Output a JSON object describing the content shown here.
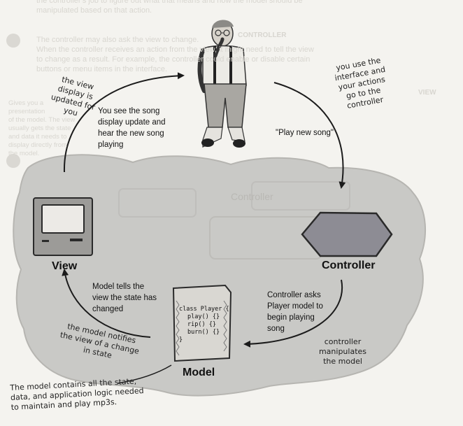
{
  "background_text": {
    "top_lines": [
      "the controller's job to figure out what that means and how the model should be",
      "manipulated based on that action."
    ],
    "para_lines": [
      "The controller may also ask the view to change.",
      "When the controller receives an action from the view, it might need to tell the view",
      "to change as a result. For example, the controller could enable or disable certain",
      "buttons or menu items in the interface."
    ],
    "section_head": "CONTROLLER",
    "view_head": "VIEW",
    "view_lines": [
      "Gives you a presentation",
      "of the model. The view",
      "usually gets the state",
      "and data it needs to",
      "display directly from",
      "the model."
    ],
    "ghost_word": "Controller"
  },
  "nodes": {
    "view_label": "View",
    "controller_label": "Controller",
    "model_label": "Model"
  },
  "code_lines": [
    "class Player {",
    "play() {}",
    "rip() {}",
    "burn() {}",
    "}"
  ],
  "annotations": {
    "view_updated": [
      "the view",
      "display is",
      "updated for",
      "you"
    ],
    "song_display": [
      "You see the song",
      "display update and",
      "hear the new song",
      "playing"
    ],
    "interface_actions": [
      "you use the",
      "interface and",
      "your actions",
      "go to the",
      "controller"
    ],
    "play_new_song": "\"Play new song\"",
    "model_tells_view": [
      "Model tells the",
      "view the state has",
      "changed"
    ],
    "controller_asks": [
      "Controller asks",
      "Player model to",
      "begin playing",
      "song"
    ],
    "model_notifies": [
      "the model notifies",
      "the view of a change",
      "in state"
    ],
    "controller_manipulates": [
      "controller",
      "manipulates",
      "the model"
    ],
    "model_contains": [
      "The model contains all the state,",
      "data, and application logic needed",
      "to maintain and play mp3s."
    ]
  },
  "colors": {
    "page": "#f4f3ef",
    "cloud": "#c9c9c6",
    "hexagon": "#8d8c94",
    "screen": "#eceae6",
    "ink": "#111111"
  },
  "icons": [
    "person-figure",
    "computer-screen-icon",
    "hexagon-controller-icon",
    "code-document-icon"
  ]
}
